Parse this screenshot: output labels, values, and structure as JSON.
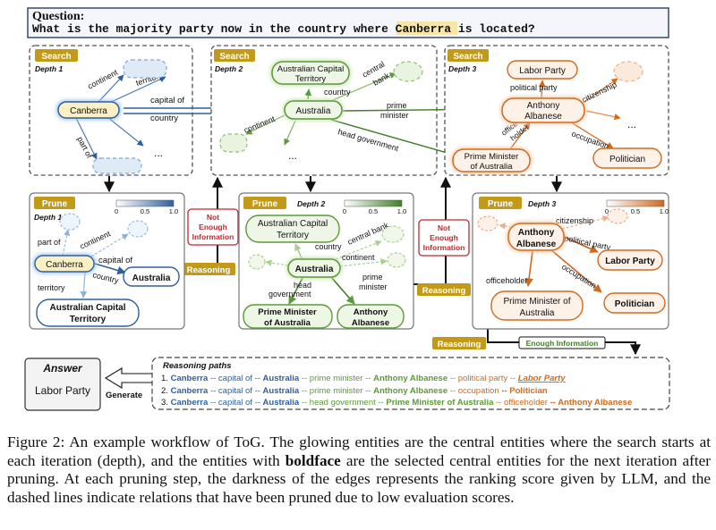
{
  "question": {
    "label": "Question:",
    "text_before": "What is the majority party now in the country where ",
    "highlight": "Canberra",
    "text_after": " is located?"
  },
  "stage_labels": {
    "search": "Search",
    "prune": "Prune",
    "reasoning": "Reasoning",
    "generate": "Generate"
  },
  "depths": {
    "d1": "Depth 1",
    "d2": "Depth 2",
    "d3": "Depth 3"
  },
  "entities": {
    "canberra": "Canberra",
    "australia": "Australia",
    "act_line1": "Australian Capital",
    "act_line2": "Territory",
    "pm_line1": "Prime Minister",
    "pm_line2": "of Australia",
    "pm_prune_line1": "Prime Minister of",
    "pm_prune_line2": "Australia",
    "anthony_line1": "Anthony",
    "anthony_line2": "Albanese",
    "labor": "Labor Party",
    "politician": "Politician"
  },
  "relations": {
    "continent": "continent",
    "territory": "territory",
    "capital_of": "capital of",
    "country": "country",
    "part_of": "part of",
    "central_bank": "central bank",
    "central": "central",
    "bank": "bank",
    "prime": "prime",
    "minister": "minister",
    "head_government": "head government",
    "head": "head",
    "government": "government",
    "political_party": "political party",
    "citizenship": "citizenship",
    "office_holder_a": "office-",
    "office_holder_b": "holder",
    "officeholder": "officeholder",
    "occupation": "occupation",
    "ellipsis": "..."
  },
  "scale": {
    "min": "0",
    "mid": "0.5",
    "max": "1.0"
  },
  "status": {
    "not_enough_l1": "Not",
    "not_enough_l2": "Enough",
    "not_enough_l3": "Information",
    "enough": "Enough Information"
  },
  "answer": {
    "title": "Answer",
    "value": "Labor Party"
  },
  "reasoning_paths": {
    "title": "Reasoning paths",
    "path1": [
      "1.",
      "Canberra",
      "-- capital of --",
      "Australia",
      "-- prime minister --",
      "Anthony Albanese",
      "-- political party --",
      "Labor Party"
    ],
    "path2": [
      "2.",
      "Canberra",
      "-- capital of --",
      "Australia",
      "-- prime minister --",
      "Anthony Albanese",
      "-- occupation",
      "-- Politician"
    ],
    "path3": [
      "3.",
      "Canberra",
      "-- capital of --",
      "Australia",
      "-- head government --",
      "Prime Minister of Australia",
      "-- officeholder",
      "-- Anthony Albanese"
    ]
  },
  "caption": {
    "part1": "Figure 2:  An example workflow of ToG. The glowing entities are the central entities where the search starts at each iteration (depth), and the entities with ",
    "bold": "boldface",
    "part2": " are the selected central entities for the next iteration after pruning. At each pruning step, the darkness of the edges represents the ranking score given by LLM, and the dashed lines indicate relations that have been pruned due to low evaluation scores."
  },
  "colors": {
    "blue": "#2e5f9e",
    "blue_light": "#9bb9df",
    "green": "#5b9a3a",
    "green_light": "#a9cf8f",
    "orange": "#d06a1e",
    "orange_light": "#ecae82",
    "gold": "#b8860b",
    "red": "#c0282e",
    "canberra_fill": "#fbf0c4"
  }
}
